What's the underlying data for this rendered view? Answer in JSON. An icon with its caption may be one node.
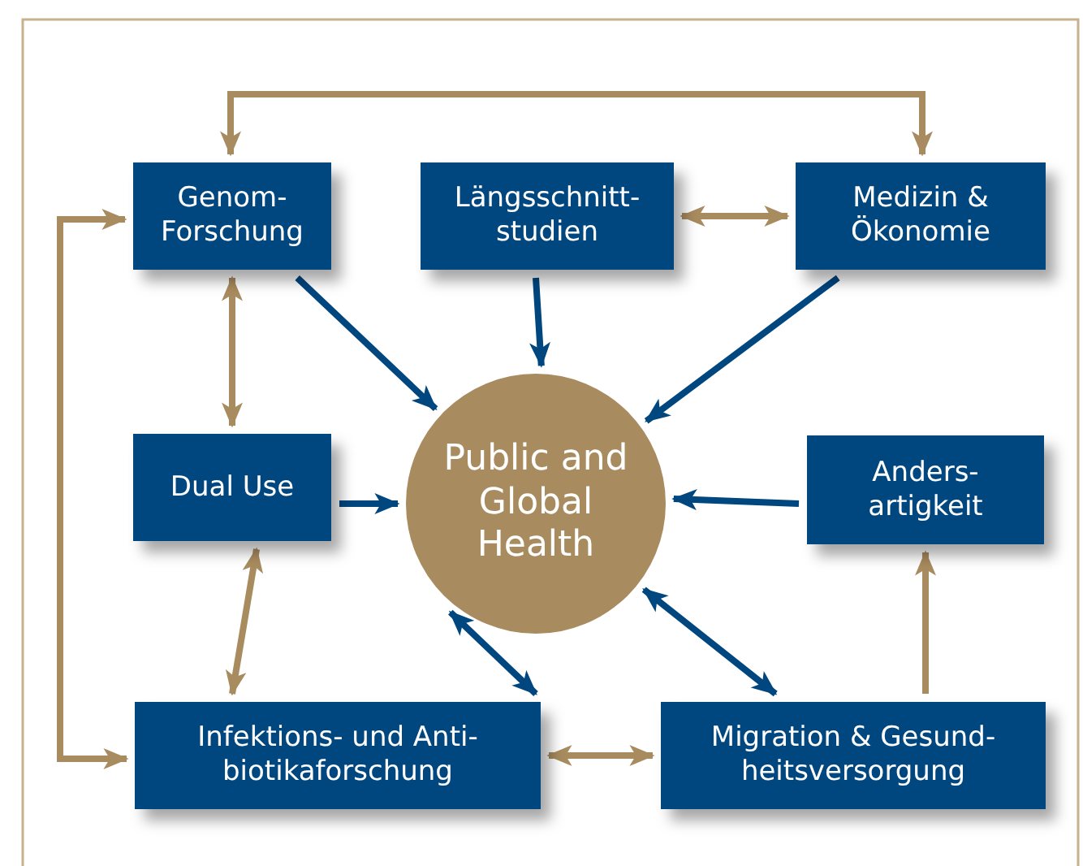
{
  "diagram": {
    "nodes": [
      {
        "text": [
          "Genom- Forschung"
        ]
      },
      {
        "text": [
          "Längsschnitt- studien"
        ]
      },
      {
        "text": [
          "Medizin & Ökonomie"
        ]
      },
      {
        "text": [
          "Dual Use"
        ]
      },
      {
        "text": [
          "Public and Global Health"
        ]
      },
      {
        "text": [
          "Anders- artigkeit"
        ]
      },
      {
        "text": [
          "Infektions- und Anti- biotikaforschung"
        ]
      },
      {
        "text": [
          "Migration & Gesund- heitsversorgung"
        ]
      }
    ],
    "edges": [
      {
        "from": 0,
        "to": 4,
        "arrow": "to"
      },
      {
        "from": 1,
        "to": 4,
        "arrow": "to"
      },
      {
        "from": 2,
        "to": 4,
        "arrow": "to"
      },
      {
        "from": 3,
        "to": 4,
        "arrow": "to"
      },
      {
        "from": 5,
        "to": 4,
        "arrow": "to"
      },
      {
        "from": 6,
        "to": 4,
        "arrow": "both"
      },
      {
        "from": 7,
        "to": 4,
        "arrow": "both"
      },
      {
        "from": 0,
        "to": 2,
        "arrow": "both",
        "color": "#a88b5e"
      },
      {
        "from": 1,
        "to": 2,
        "arrow": "both",
        "color": "#a88b5e"
      },
      {
        "from": 0,
        "to": 3,
        "arrow": "both",
        "color": "#a88b5e"
      },
      {
        "from": 3,
        "to": 6,
        "arrow": "both",
        "color": "#a88b5e"
      },
      {
        "from": 0,
        "to": 6,
        "arrow": "both",
        "color": "#a88b5e"
      },
      {
        "from": 6,
        "to": 7,
        "arrow": "both",
        "color": "#a88b5e"
      },
      {
        "from": 7,
        "to": 5,
        "arrow": "to",
        "color": "#a88b5e"
      }
    ]
  }
}
